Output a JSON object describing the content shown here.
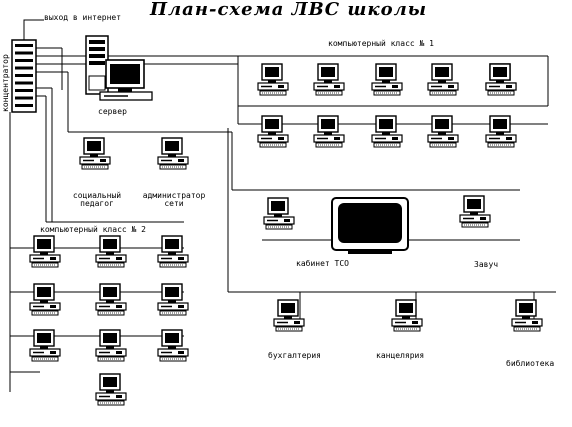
{
  "title": "План-схема ЛВС школы",
  "labels": {
    "internet": "выход в интернет",
    "hub": "концентратор",
    "server": "сервер",
    "lab1": "компьютерный класс № 1",
    "lab2": "компьютерный класс № 2",
    "social_pedagogue": "социальный педагог",
    "net_admin": "администратор сети",
    "tso_cabinet": "кабинет ТСО",
    "deputy": "Завуч",
    "accounting": "бухгалтерия",
    "office": "канцелярия",
    "library": "библиотека"
  },
  "colors": {
    "ink": "#000000",
    "paper": "#ffffff"
  },
  "icons": [
    "computer-icon",
    "server-icon",
    "hub-icon",
    "tv-icon"
  ]
}
